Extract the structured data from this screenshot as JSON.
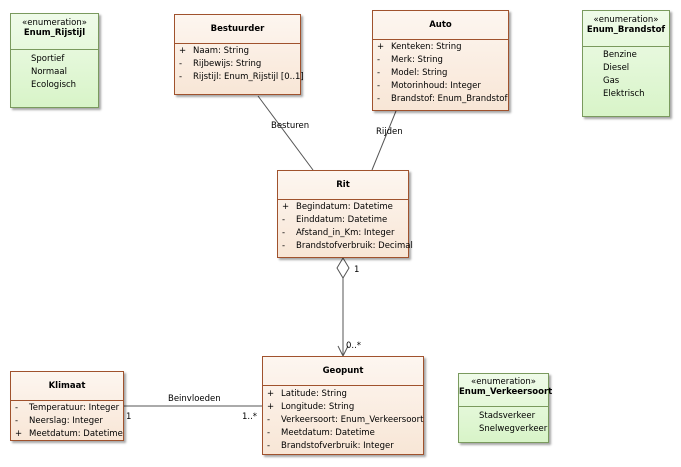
{
  "classes": {
    "bestuurder": {
      "name": "Bestuurder",
      "attributes": [
        {
          "vis": "+",
          "text": "Naam: String"
        },
        {
          "vis": "-",
          "text": "Rijbewijs: String"
        },
        {
          "vis": "-",
          "text": "Rijstijl: Enum_Rijstijl [0..1]"
        }
      ]
    },
    "auto": {
      "name": "Auto",
      "attributes": [
        {
          "vis": "+",
          "text": "Kenteken: String"
        },
        {
          "vis": "-",
          "text": "Merk: String"
        },
        {
          "vis": "-",
          "text": "Model: String"
        },
        {
          "vis": "-",
          "text": "Motorinhoud: Integer"
        },
        {
          "vis": "-",
          "text": "Brandstof: Enum_Brandstof"
        }
      ]
    },
    "rit": {
      "name": "Rit",
      "attributes": [
        {
          "vis": "+",
          "text": "Begindatum: Datetime"
        },
        {
          "vis": "-",
          "text": "Einddatum: Datetime"
        },
        {
          "vis": "-",
          "text": "Afstand_in_Km: Integer"
        },
        {
          "vis": "-",
          "text": "Brandstofverbruik: Decimal"
        }
      ]
    },
    "klimaat": {
      "name": "Klimaat",
      "attributes": [
        {
          "vis": "-",
          "text": "Temperatuur: Integer"
        },
        {
          "vis": "-",
          "text": "Neerslag: Integer"
        },
        {
          "vis": "+",
          "text": "Meetdatum: Datetime"
        }
      ]
    },
    "geopunt": {
      "name": "Geopunt",
      "attributes": [
        {
          "vis": "+",
          "text": "Latitude: String"
        },
        {
          "vis": "+",
          "text": "Longitude: String"
        },
        {
          "vis": "-",
          "text": "Verkeersoort: Enum_Verkeersoort"
        },
        {
          "vis": "-",
          "text": "Meetdatum: Datetime"
        },
        {
          "vis": "-",
          "text": "Brandstofverbruik: Integer"
        }
      ]
    }
  },
  "enums": {
    "rijstijl": {
      "stereotype": "«enumeration»",
      "name": "Enum_Rijstijl",
      "literals": [
        "Sportief",
        "Normaal",
        "Ecologisch"
      ]
    },
    "brandstof": {
      "stereotype": "«enumeration»",
      "name": "Enum_Brandstof",
      "literals": [
        "Benzine",
        "Diesel",
        "Gas",
        "Elektrisch"
      ]
    },
    "verkeersoort": {
      "stereotype": "«enumeration»",
      "name": "Enum_Verkeersoort",
      "literals": [
        "Stadsverkeer",
        "Snelwegverkeer"
      ]
    }
  },
  "associations": {
    "besturen": {
      "label": "Besturen"
    },
    "rijden": {
      "label": "Rijden"
    },
    "rit_geopunt": {
      "source_mult": "1",
      "target_mult": "0..*"
    },
    "beinvloeden": {
      "label": "Beinvloeden",
      "source_mult": "1",
      "target_mult": "1..*"
    }
  },
  "colors": {
    "class_fill": "#f8e6d6",
    "class_border": "#a0522d",
    "enum_fill": "#d8f4c8",
    "enum_border": "#7a9a5e",
    "line": "#555555"
  }
}
